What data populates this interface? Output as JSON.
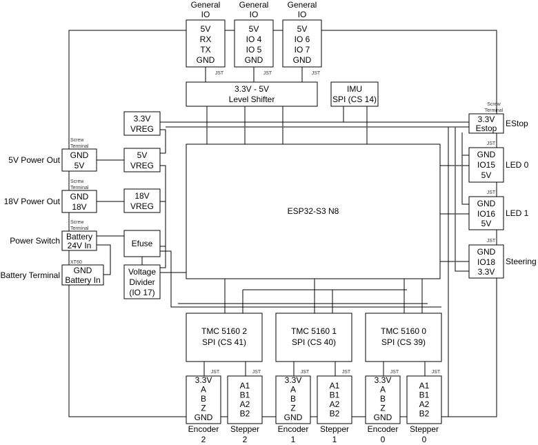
{
  "general_io": [
    {
      "title1": "General",
      "title2": "IO",
      "pins": [
        "5V",
        "RX",
        "TX",
        "GND"
      ],
      "connector": "JST"
    },
    {
      "title1": "General",
      "title2": "IO",
      "pins": [
        "5V",
        "IO 4",
        "IO 5",
        "GND"
      ],
      "connector": "JST"
    },
    {
      "title1": "General",
      "title2": "IO",
      "pins": [
        "5V",
        "IO 6",
        "IO 7",
        "GND"
      ],
      "connector": "JST"
    }
  ],
  "level_shifter": [
    "3.3V - 5V",
    "Level Shifter"
  ],
  "imu": [
    "IMU",
    "SPI (CS 14)"
  ],
  "vreg33": [
    "3.3V",
    "VREG"
  ],
  "vreg5": [
    "5V",
    "VREG"
  ],
  "vreg18": [
    "18V",
    "VREG"
  ],
  "efuse": "Efuse",
  "voltage_divider": [
    "Voltage",
    "Divider",
    "(IO 17)"
  ],
  "esp32": "ESP32-S3 N8",
  "left_connectors": [
    {
      "label": "5V Power Out",
      "type": [
        "Screw",
        "Terminal"
      ],
      "pins": [
        "GND",
        "5V"
      ]
    },
    {
      "label": "18V Power Out",
      "type": [
        "Screw",
        "Terminal"
      ],
      "pins": [
        "GND",
        "18V"
      ]
    },
    {
      "label": "Power Switch",
      "type": [
        "Screw",
        "Terminal"
      ],
      "pins": [
        "Battery",
        "24V In"
      ]
    },
    {
      "label": "Battery Terminal",
      "type": [
        "XT60"
      ],
      "pins": [
        "GND",
        "Battery In"
      ]
    }
  ],
  "right_connectors": [
    {
      "label": "EStop",
      "type": [
        "Screw",
        "Terminal"
      ],
      "pins": [
        "3.3V",
        "Estop"
      ]
    },
    {
      "label": "LED 0",
      "type": [
        "JST"
      ],
      "pins": [
        "GND",
        "IO15",
        "5V"
      ]
    },
    {
      "label": "LED 1",
      "type": [
        "JST"
      ],
      "pins": [
        "GND",
        "IO16",
        "5V"
      ]
    },
    {
      "label": "Steering",
      "type": [
        "JST"
      ],
      "pins": [
        "GND",
        "IO18",
        "3.3V"
      ]
    }
  ],
  "tmc": [
    [
      "TMC 5160 2",
      "SPI (CS 41)"
    ],
    [
      "TMC 5160 1",
      "SPI (CS 40)"
    ],
    [
      "TMC 5160 0",
      "SPI (CS 39)"
    ]
  ],
  "motor_connectors": [
    {
      "pins": [
        "3.3V",
        "A",
        "B",
        "Z",
        "GND"
      ],
      "label": [
        "Encoder",
        "2"
      ],
      "connector": "JST"
    },
    {
      "pins": [
        "A1",
        "B1",
        "A2",
        "B2"
      ],
      "label": [
        "Stepper",
        "2"
      ],
      "connector": "JST"
    },
    {
      "pins": [
        "3.3V",
        "A",
        "B",
        "Z",
        "GND"
      ],
      "label": [
        "Encoder",
        "1"
      ],
      "connector": "JST"
    },
    {
      "pins": [
        "A1",
        "B1",
        "A2",
        "B2"
      ],
      "label": [
        "Stepper",
        "1"
      ],
      "connector": "JST"
    },
    {
      "pins": [
        "3.3V",
        "A",
        "B",
        "Z",
        "GND"
      ],
      "label": [
        "Encoder",
        "0"
      ],
      "connector": "JST"
    },
    {
      "pins": [
        "A1",
        "B1",
        "A2",
        "B2"
      ],
      "label": [
        "Stepper",
        "0"
      ],
      "connector": "JST"
    }
  ]
}
